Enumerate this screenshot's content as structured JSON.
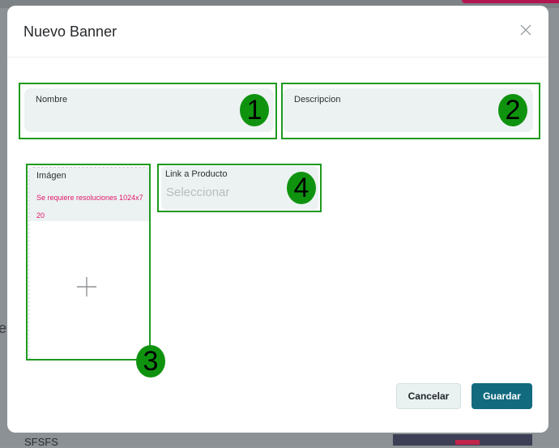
{
  "modal": {
    "title": "Nuevo Banner",
    "close_icon": "close-icon"
  },
  "form": {
    "nombre": {
      "label": "Nombre",
      "value": ""
    },
    "descripcion": {
      "label": "Descripcion",
      "value": ""
    },
    "imagen": {
      "label": "Imágen",
      "warning": "Se requiere resoluciones 1024x720",
      "add_icon": "plus-icon"
    },
    "link_producto": {
      "label": "Link a Producto",
      "placeholder": "Seleccionar"
    }
  },
  "annotations": [
    "1",
    "2",
    "3",
    "4"
  ],
  "buttons": {
    "cancel": "Cancelar",
    "save": "Guardar"
  },
  "background": {
    "side_text": "es",
    "bottom_text": "SFSFS"
  },
  "colors": {
    "annotation_green": "#0f930f",
    "primary": "#126a7f",
    "warning": "#e0176b",
    "field_bg": "#ecf2f2"
  }
}
